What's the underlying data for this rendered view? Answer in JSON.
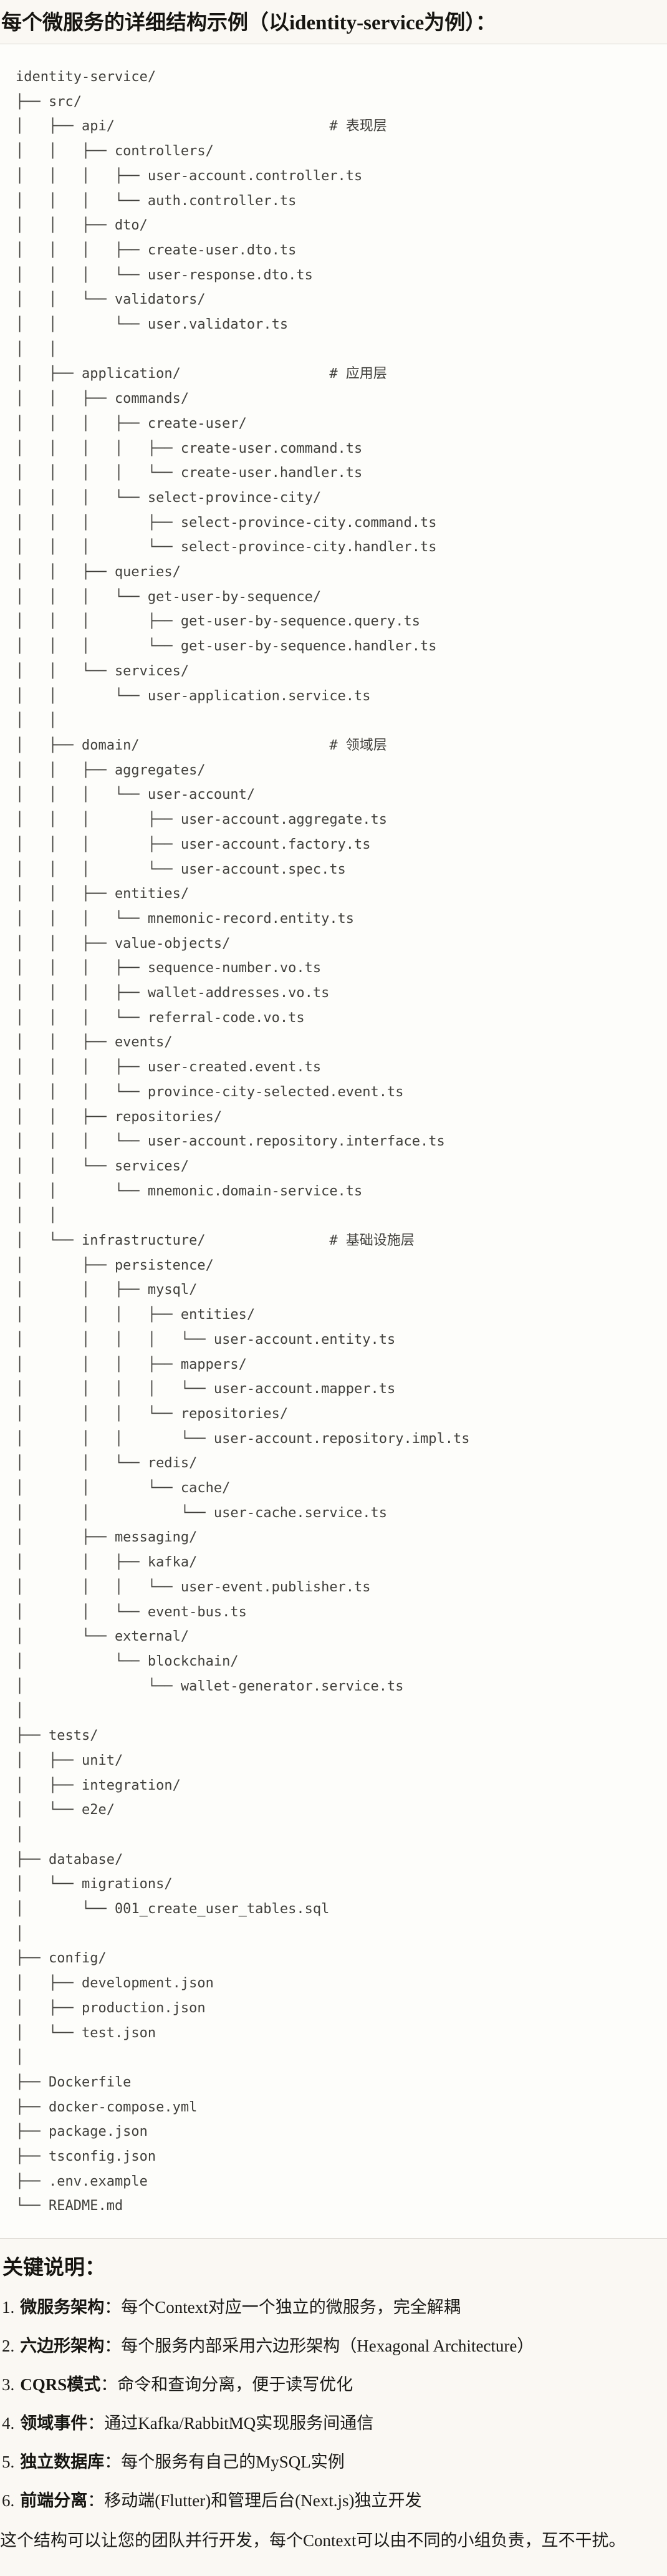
{
  "header": {
    "title": "每个微服务的详细结构示例（以identity-service为例）："
  },
  "code": {
    "tree": "identity-service/\n├── src/\n│   ├── api/                          # 表现层\n│   │   ├── controllers/\n│   │   │   ├── user-account.controller.ts\n│   │   │   └── auth.controller.ts\n│   │   ├── dto/\n│   │   │   ├── create-user.dto.ts\n│   │   │   └── user-response.dto.ts\n│   │   └── validators/\n│   │       └── user.validator.ts\n│   │\n│   ├── application/                  # 应用层\n│   │   ├── commands/\n│   │   │   ├── create-user/\n│   │   │   │   ├── create-user.command.ts\n│   │   │   │   └── create-user.handler.ts\n│   │   │   └── select-province-city/\n│   │   │       ├── select-province-city.command.ts\n│   │   │       └── select-province-city.handler.ts\n│   │   ├── queries/\n│   │   │   └── get-user-by-sequence/\n│   │   │       ├── get-user-by-sequence.query.ts\n│   │   │       └── get-user-by-sequence.handler.ts\n│   │   └── services/\n│   │       └── user-application.service.ts\n│   │\n│   ├── domain/                       # 领域层\n│   │   ├── aggregates/\n│   │   │   └── user-account/\n│   │   │       ├── user-account.aggregate.ts\n│   │   │       ├── user-account.factory.ts\n│   │   │       └── user-account.spec.ts\n│   │   ├── entities/\n│   │   │   └── mnemonic-record.entity.ts\n│   │   ├── value-objects/\n│   │   │   ├── sequence-number.vo.ts\n│   │   │   ├── wallet-addresses.vo.ts\n│   │   │   └── referral-code.vo.ts\n│   │   ├── events/\n│   │   │   ├── user-created.event.ts\n│   │   │   └── province-city-selected.event.ts\n│   │   ├── repositories/\n│   │   │   └── user-account.repository.interface.ts\n│   │   └── services/\n│   │       └── mnemonic.domain-service.ts\n│   │\n│   └── infrastructure/               # 基础设施层\n│       ├── persistence/\n│       │   ├── mysql/\n│       │   │   ├── entities/\n│       │   │   │   └── user-account.entity.ts\n│       │   │   ├── mappers/\n│       │   │   │   └── user-account.mapper.ts\n│       │   │   └── repositories/\n│       │   │       └── user-account.repository.impl.ts\n│       │   └── redis/\n│       │       └── cache/\n│       │           └── user-cache.service.ts\n│       ├── messaging/\n│       │   ├── kafka/\n│       │   │   └── user-event.publisher.ts\n│       │   └── event-bus.ts\n│       └── external/\n│           └── blockchain/\n│               └── wallet-generator.service.ts\n│\n├── tests/\n│   ├── unit/\n│   ├── integration/\n│   └── e2e/\n│\n├── database/\n│   └── migrations/\n│       └── 001_create_user_tables.sql\n│\n├── config/\n│   ├── development.json\n│   ├── production.json\n│   └── test.json\n│\n├── Dockerfile\n├── docker-compose.yml\n├── package.json\n├── tsconfig.json\n├── .env.example\n└── README.md"
  },
  "notes": {
    "heading": "关键说明：",
    "items": [
      {
        "num": "1.",
        "term": "微服务架构",
        "rest": "：每个Context对应一个独立的微服务，完全解耦"
      },
      {
        "num": "2.",
        "term": "六边形架构",
        "rest": "：每个服务内部采用六边形架构（Hexagonal Architecture）"
      },
      {
        "num": "3.",
        "term": "CQRS模式",
        "rest": "：命令和查询分离，便于读写优化"
      },
      {
        "num": "4.",
        "term": "领域事件",
        "rest": "：通过Kafka/RabbitMQ实现服务间通信"
      },
      {
        "num": "5.",
        "term": "独立数据库",
        "rest": "：每个服务有自己的MySQL实例"
      },
      {
        "num": "6.",
        "term": "前端分离",
        "rest": "：移动端(Flutter)和管理后台(Next.js)独立开发"
      }
    ]
  },
  "footer": {
    "text": "这个结构可以让您的团队并行开发，每个Context可以由不同的小组负责，互不干扰。"
  },
  "colors": {
    "page_background": "#faf8f3",
    "code_background": "#fdfdfa",
    "code_border": "#d9d6d0",
    "code_text": "#41403c",
    "body_text": "#1b1a17"
  }
}
